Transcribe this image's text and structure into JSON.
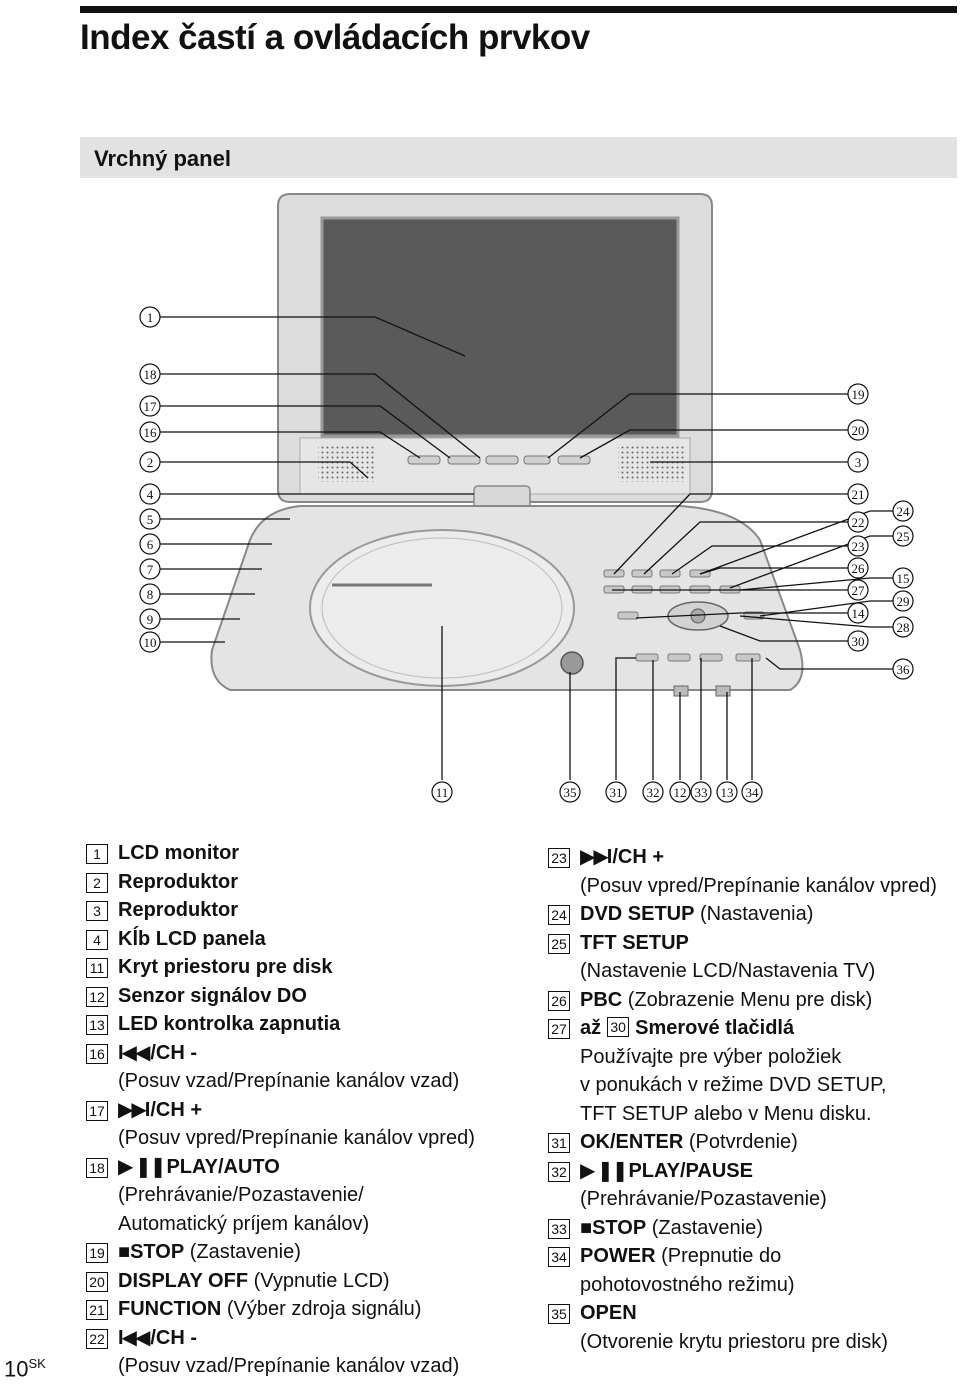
{
  "page": {
    "title": "Index častí a ovládacích prvkov",
    "section": "Vrchný panel",
    "page_number": "10",
    "page_suffix": "SK"
  },
  "device_labels": [
    "1",
    "18",
    "17",
    "16",
    "2",
    "4",
    "5",
    "6",
    "7",
    "8",
    "9",
    "10",
    "19",
    "20",
    "3",
    "21",
    "22",
    "23",
    "26",
    "27",
    "14",
    "30",
    "24",
    "25",
    "15",
    "29",
    "28",
    "36",
    "11",
    "35",
    "31",
    "32",
    "12",
    "33",
    "13",
    "34"
  ],
  "left_list": [
    {
      "num": "1",
      "label": "LCD monitor",
      "desc": "",
      "sub": []
    },
    {
      "num": "2",
      "label": "Reproduktor",
      "desc": "",
      "sub": []
    },
    {
      "num": "3",
      "label": "Reproduktor",
      "desc": "",
      "sub": []
    },
    {
      "num": "4",
      "label": "Kĺb LCD panela",
      "desc": "",
      "sub": []
    },
    {
      "num": "11",
      "label": "Kryt priestoru pre disk",
      "desc": "",
      "sub": []
    },
    {
      "num": "12",
      "label": "Senzor signálov DO",
      "desc": "",
      "sub": []
    },
    {
      "num": "13",
      "label": "LED kontrolka zapnutia",
      "desc": "",
      "sub": []
    },
    {
      "num": "16",
      "glyph": "I◀◀",
      "label": "/CH -",
      "desc": "",
      "sub": [
        "(Posuv vzad/Prepínanie kanálov vzad)"
      ]
    },
    {
      "num": "17",
      "glyph": "▶▶I",
      "label": "/CH +",
      "desc": "",
      "sub": [
        "(Posuv vpred/Prepínanie kanálov vpred)"
      ]
    },
    {
      "num": "18",
      "glyph": "▶ ❚❚",
      "label": "PLAY/AUTO",
      "desc": "",
      "sub": [
        "(Prehrávanie/Pozastavenie/",
        "Automatický príjem kanálov)"
      ]
    },
    {
      "num": "19",
      "glyph": "■",
      "label": "STOP",
      "desc": " (Zastavenie)",
      "sub": []
    },
    {
      "num": "20",
      "label": "DISPLAY OFF",
      "desc": " (Vypnutie LCD)",
      "sub": []
    },
    {
      "num": "21",
      "label": "FUNCTION",
      "desc": " (Výber zdroja signálu)",
      "sub": []
    },
    {
      "num": "22",
      "glyph": "I◀◀",
      "label": "/CH -",
      "desc": "",
      "sub": [
        "(Posuv vzad/Prepínanie kanálov vzad)"
      ]
    }
  ],
  "right_list": [
    {
      "num": "23",
      "glyph": "▶▶I",
      "label": "/CH +",
      "desc": "",
      "sub": [
        "(Posuv vpred/Prepínanie kanálov vpred)"
      ]
    },
    {
      "num": "24",
      "label": "DVD SETUP",
      "desc": " (Nastavenia)",
      "sub": []
    },
    {
      "num": "25",
      "label": "TFT SETUP",
      "desc": "",
      "sub": [
        "(Nastavenie LCD/Nastavenia TV)"
      ]
    },
    {
      "num": "26",
      "label": "PBC",
      "desc": " (Zobrazenie Menu pre disk)",
      "sub": []
    },
    {
      "num": "27",
      "label": "až",
      "num2": "30",
      "label2": "Smerové tlačidlá",
      "desc": "",
      "sub": [
        "Používajte pre výber položiek",
        "v ponukách v režime DVD SETUP,",
        "TFT SETUP alebo v Menu disku."
      ]
    },
    {
      "num": "31",
      "label": "OK/ENTER",
      "desc": " (Potvrdenie)",
      "sub": []
    },
    {
      "num": "32",
      "glyph": "▶ ❚❚",
      "label": "PLAY/PAUSE",
      "desc": "",
      "sub": [
        "(Prehrávanie/Pozastavenie)"
      ]
    },
    {
      "num": "33",
      "glyph": "■",
      "label": "STOP",
      "desc": " (Zastavenie)",
      "sub": []
    },
    {
      "num": "34",
      "label": "POWER",
      "desc": " (Prepnutie do",
      "sub": [
        "pohotovostného režimu)"
      ]
    },
    {
      "num": "35",
      "label": "OPEN",
      "desc": "",
      "sub": [
        "(Otvorenie krytu priestoru pre disk)"
      ]
    }
  ]
}
